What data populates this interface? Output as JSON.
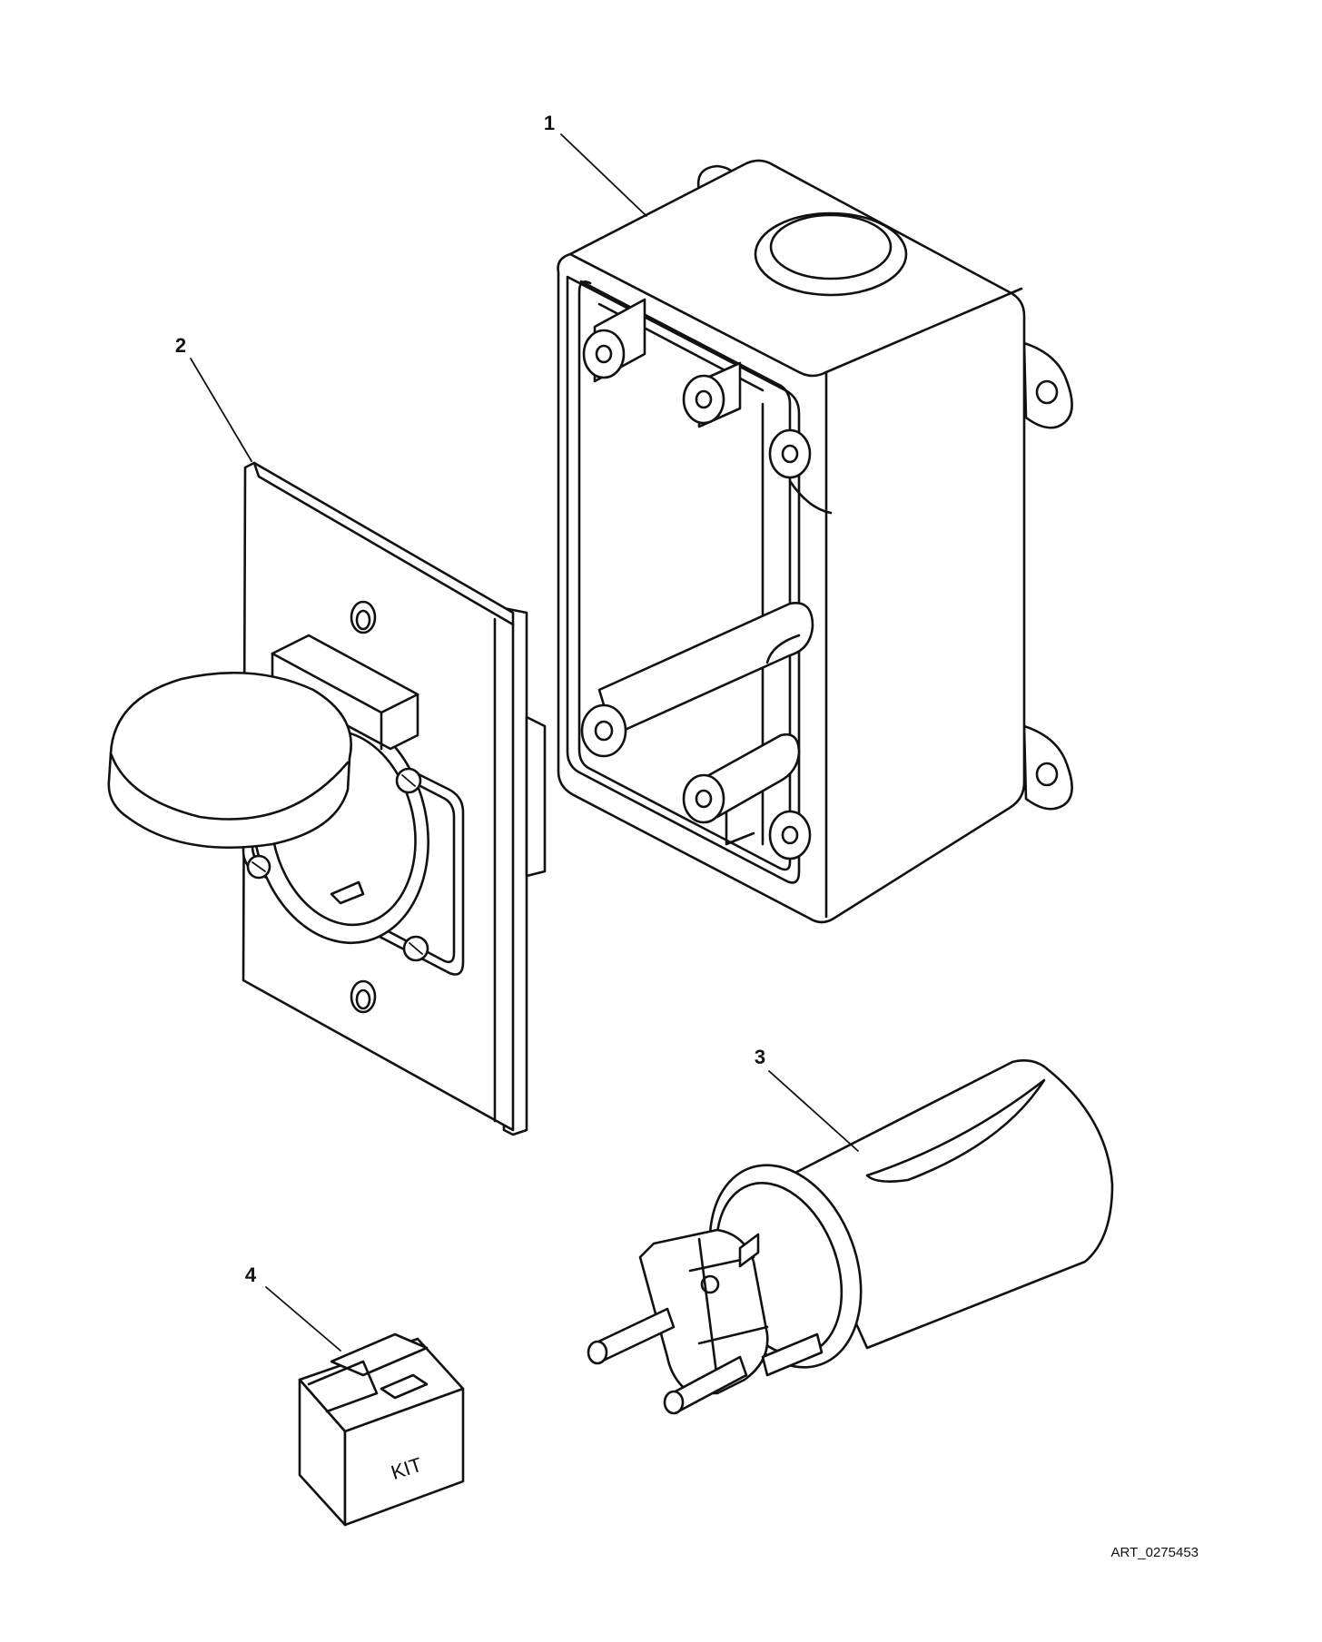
{
  "callouts": [
    {
      "id": "1",
      "label": "1"
    },
    {
      "id": "2",
      "label": "2"
    },
    {
      "id": "3",
      "label": "3"
    },
    {
      "id": "4",
      "label": "4"
    }
  ],
  "kit_label": "KIT",
  "art_number": "ART_0275453"
}
